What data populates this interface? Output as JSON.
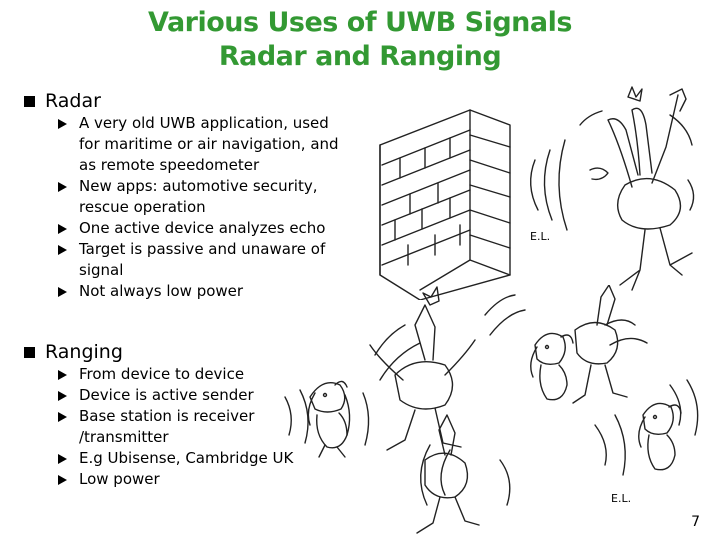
{
  "title": {
    "line1": "Various Uses of UWB Signals",
    "line2": "Radar and Ranging",
    "color": "#339933"
  },
  "sections": [
    {
      "label": "Radar",
      "bullets": [
        [
          "A very old UWB application, used",
          "for maritime or air navigation, and",
          "as remote speedometer"
        ],
        [
          "New apps: automotive security,",
          "rescue operation"
        ],
        [
          "One active device analyzes echo"
        ],
        [
          "Target is passive and unaware of",
          "signal"
        ],
        [
          "Not always low power"
        ]
      ]
    },
    {
      "label": "Ranging",
      "bullets": [
        [
          "From device to device"
        ],
        [
          "Device is active sender"
        ],
        [
          "Base station is receiver",
          "/transmitter"
        ],
        [
          "E.g Ubisense, Cambridge UK"
        ],
        [
          "Low power"
        ]
      ]
    }
  ],
  "cartoons": {
    "radar_signature": "E.L.",
    "ranging_signature": "E.L."
  },
  "page_number": "7"
}
